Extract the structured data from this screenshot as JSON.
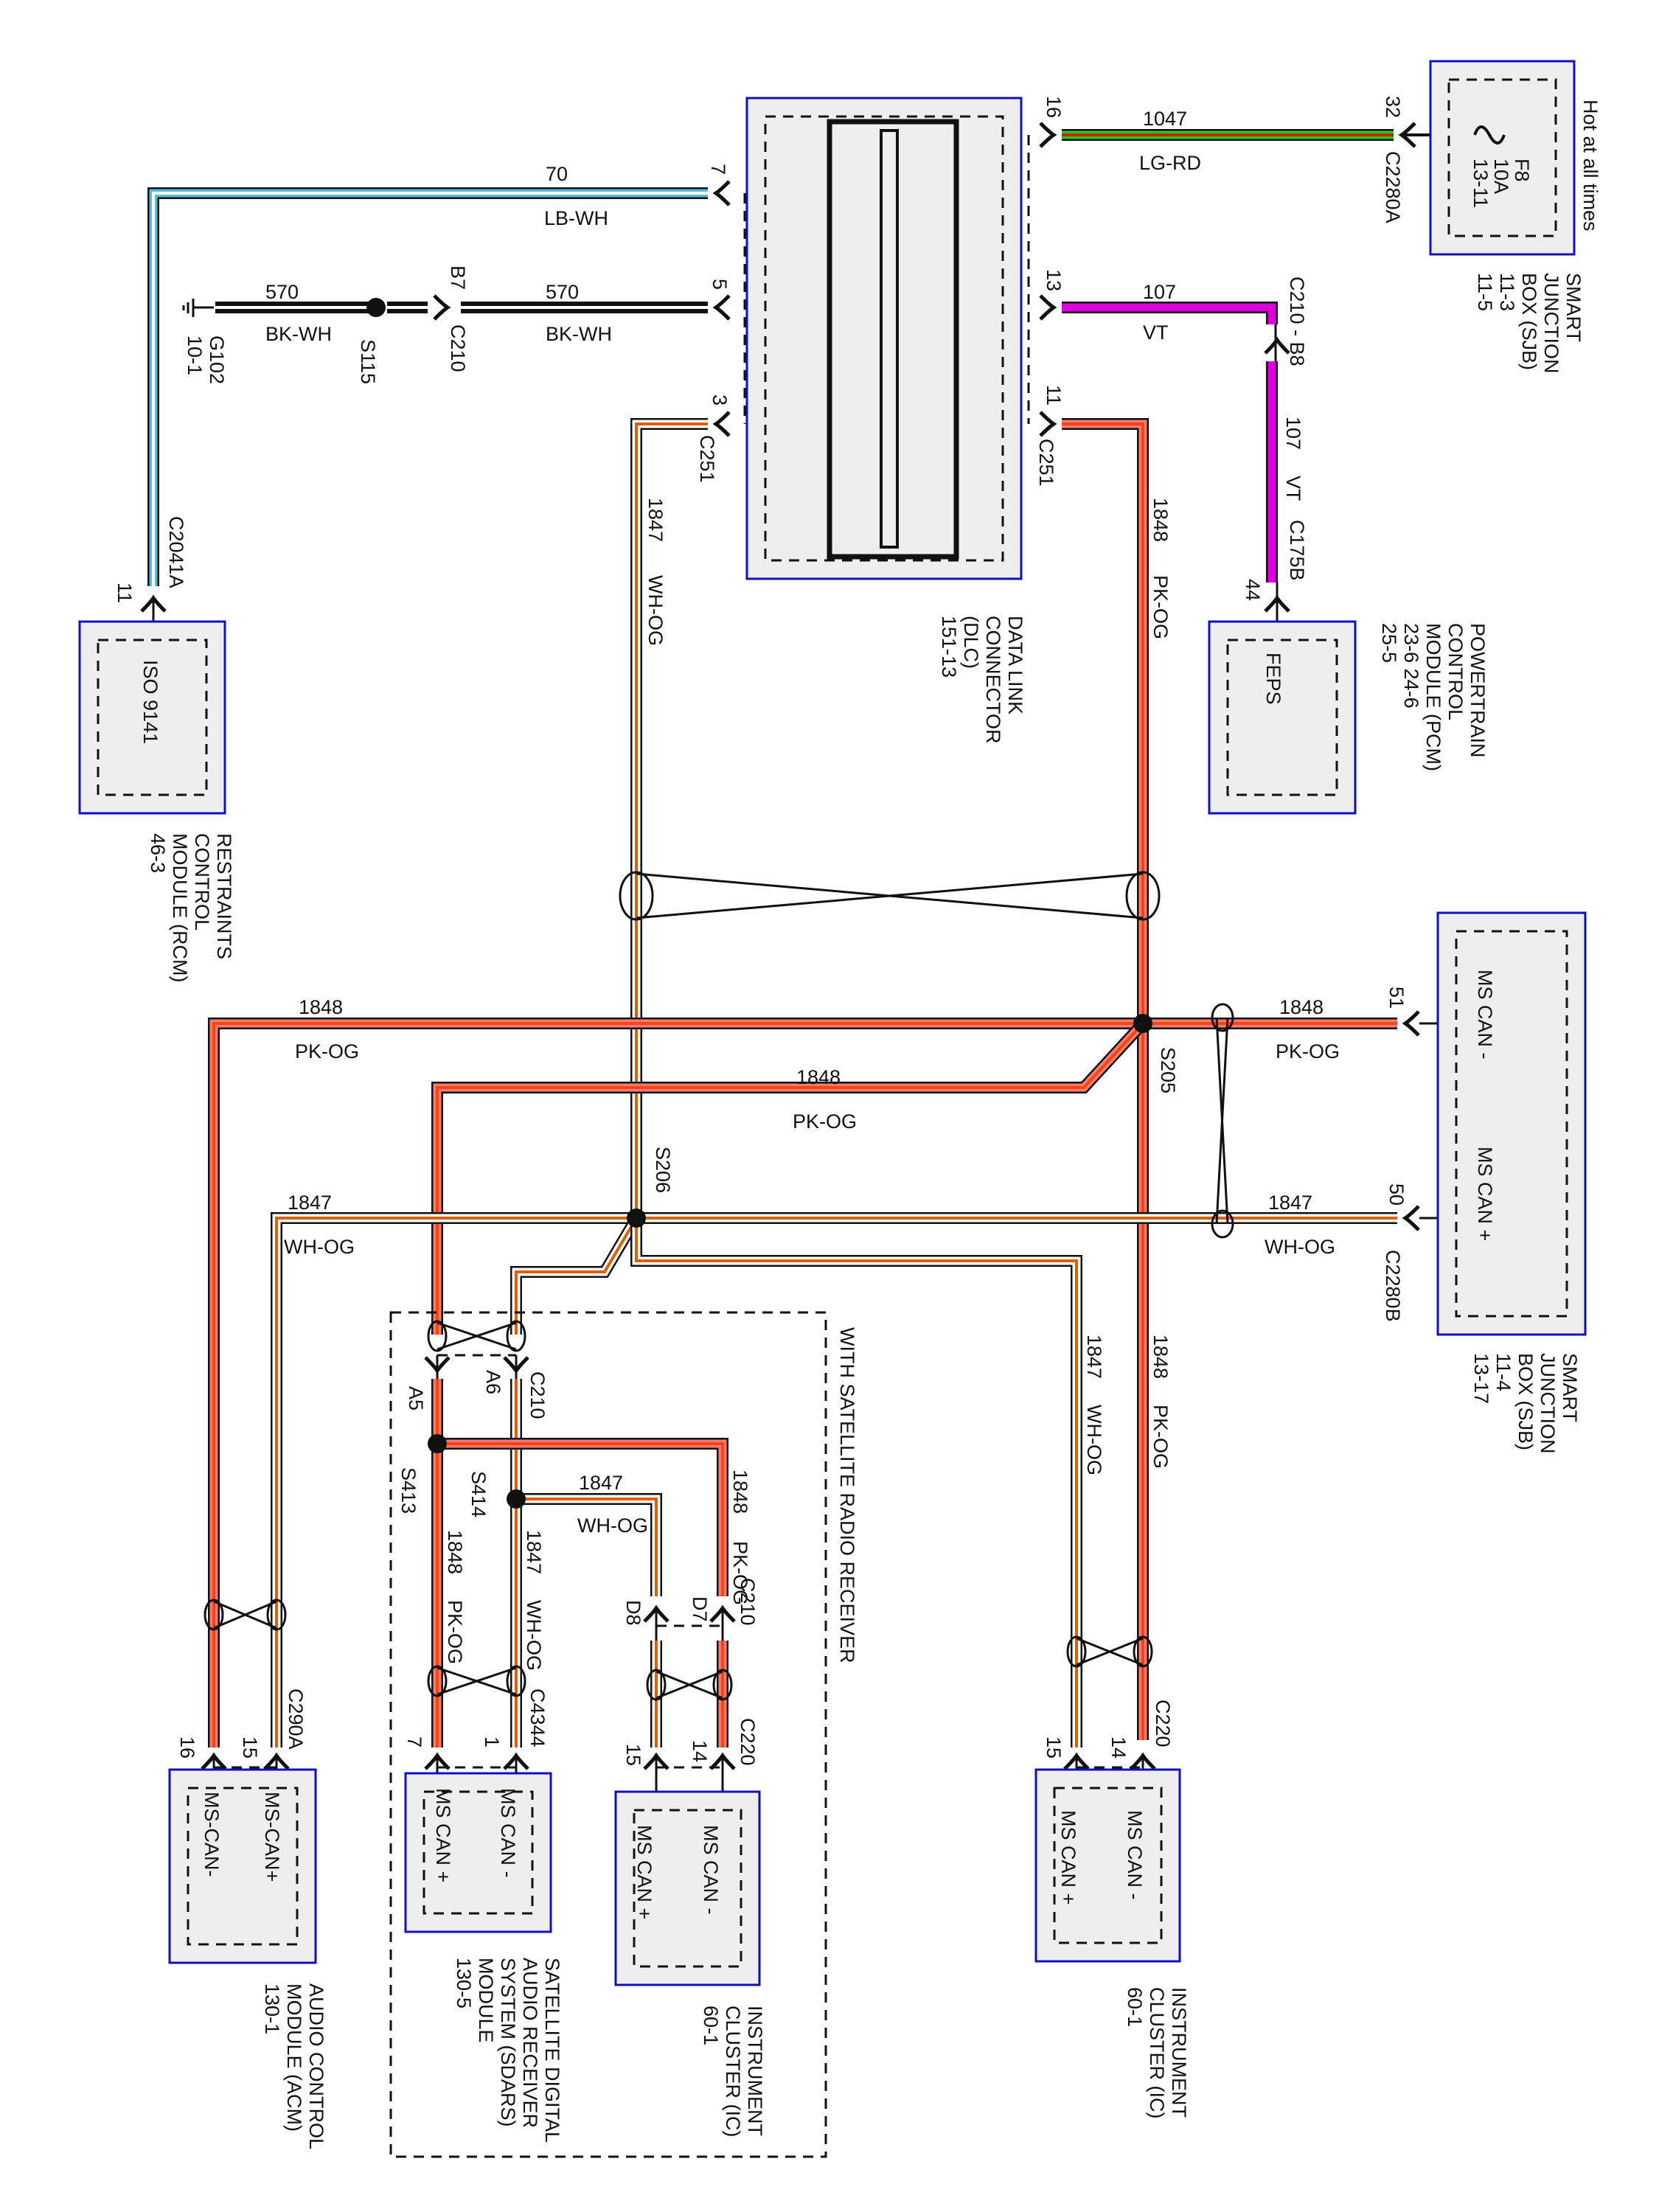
{
  "diagram": {
    "title": "MS-CAN Data Link Wiring Diagram",
    "wire_colors": {
      "LG-RD": {
        "main": "#22cc22",
        "stripe": "#cc2200"
      },
      "LB-WH": {
        "main": "#55bbdd",
        "stripe": "#ffffff"
      },
      "BK-WH": {
        "main": "#111111",
        "stripe": "#ffffff"
      },
      "VT": {
        "main": "#dd00dd",
        "stripe": "#dd00dd"
      },
      "PK-OG": {
        "main": "#f47a7a",
        "stripe": "#ff4400"
      },
      "WH-OG": {
        "main": "#ffffff",
        "stripe": "#e06000"
      }
    },
    "power_note": "Hot at all times",
    "modules": {
      "sjb_top": {
        "lines": [
          "SMART",
          "JUNCTION",
          "BOX (SJB)",
          "11-3",
          "11-5"
        ],
        "fuse": {
          "id": "F8",
          "rating": "10A",
          "ref": "13-11"
        }
      },
      "dlc": {
        "lines": [
          "DATA LINK",
          "CONNECTOR",
          "(DLC)",
          "151-13"
        ]
      },
      "pcm": {
        "lines": [
          "POWERTRAIN",
          "CONTROL",
          "MODULE (PCM)",
          "23-6      24-6",
          "25-5"
        ],
        "pin_label": "FEPS"
      },
      "rcm": {
        "lines": [
          "RESTRAINTS",
          "CONTROL",
          "MODULE (RCM)",
          "46-3"
        ],
        "pin_label": "ISO 9141"
      },
      "sjb_mid": {
        "lines": [
          "SMART",
          "JUNCTION",
          "BOX (SJB)",
          "11-4",
          "13-17"
        ],
        "pin_minus": "MS CAN -",
        "pin_plus": "MS CAN +"
      },
      "acm": {
        "lines": [
          "AUDIO CONTROL",
          "MODULE (ACM)",
          "130-1"
        ],
        "pin_plus": "MS-CAN+",
        "pin_minus": "MS-CAN-"
      },
      "sdars": {
        "lines": [
          "SATELLITE DIGITAL",
          "AUDIO RECEIVER",
          "SYSTEM (SDARS)",
          "MODULE",
          "130-5"
        ],
        "pin_minus": "MS CAN -",
        "pin_plus": "MS CAN +"
      },
      "ic_sat": {
        "lines": [
          "INSTRUMENT",
          "CLUSTER (IC)",
          "60-1"
        ],
        "pin_minus": "MS CAN -",
        "pin_plus": "MS CAN +"
      },
      "ic_main": {
        "lines": [
          "INSTRUMENT",
          "CLUSTER (IC)",
          "60-1"
        ],
        "pin_minus": "MS CAN -",
        "pin_plus": "MS CAN +"
      }
    },
    "option_box_label": "WITH SATELLITE RADIO RECEIVER",
    "wires": {
      "w1047": {
        "circuit": "1047",
        "color": "LG-RD"
      },
      "w70": {
        "circuit": "70",
        "color": "LB-WH"
      },
      "w570a": {
        "circuit": "570",
        "color": "BK-WH"
      },
      "w570b": {
        "circuit": "570",
        "color": "BK-WH"
      },
      "w107a": {
        "circuit": "107",
        "color": "VT"
      },
      "w107b": {
        "circuit": "107",
        "color": "VT"
      },
      "w1847_dlc": {
        "circuit": "1847",
        "color": "WH-OG"
      },
      "w1848_dlc": {
        "circuit": "1848",
        "color": "PK-OG"
      },
      "w1848_acm": {
        "circuit": "1848",
        "color": "PK-OG"
      },
      "w1848_sjb": {
        "circuit": "1848",
        "color": "PK-OG"
      },
      "w1848_sat": {
        "circuit": "1848",
        "color": "PK-OG"
      },
      "w1847_acm": {
        "circuit": "1847",
        "color": "WH-OG"
      },
      "w1847_sjb": {
        "circuit": "1847",
        "color": "WH-OG"
      },
      "w1847_ic": {
        "circuit": "1847",
        "color": "WH-OG"
      },
      "w1848_ic": {
        "circuit": "1848",
        "color": "PK-OG"
      },
      "w1847_s414": {
        "circuit": "1847",
        "color": "WH-OG"
      },
      "w1848_s413_ic": {
        "circuit": "1848",
        "color": "PK-OG"
      },
      "w1848_sdars": {
        "circuit": "1848",
        "color": "PK-OG"
      },
      "w1847_sdars": {
        "circuit": "1847",
        "color": "WH-OG"
      }
    },
    "connectors": {
      "c2280a": "C2280A",
      "c2280b": "C2280B",
      "c251_l": "C251",
      "c251_r": "C251",
      "c210_b8": "C210 - B8",
      "c175b": "C175B",
      "c2041a": "C2041A",
      "c210_b7": "C210",
      "b7": "B7",
      "c210_sat": "C210",
      "a5": "A5",
      "a6": "A6",
      "c210_d": "C210",
      "d7": "D7",
      "d8": "D8",
      "c220_sat": "C220",
      "c220_ic": "C220",
      "c4344": "C4344",
      "c290a": "C290A"
    },
    "pins": {
      "dlc16": "16",
      "dlc7": "7",
      "dlc5": "5",
      "dlc13": "13",
      "dlc3": "3",
      "dlc11": "11",
      "sjb32": "32",
      "pcm44": "44",
      "rcm11": "11",
      "sjb51": "51",
      "sjb50": "50",
      "acm16": "16",
      "acm15": "15",
      "sd7": "7",
      "sd1": "1",
      "ics15": "15",
      "ics14": "14",
      "icm15": "15",
      "icm14": "14"
    },
    "splices": {
      "s115": "S115",
      "s205": "S205",
      "s206": "S206",
      "s413": "S413",
      "s414": "S414"
    },
    "ground": {
      "id": "G102",
      "ref": "10-1"
    }
  }
}
